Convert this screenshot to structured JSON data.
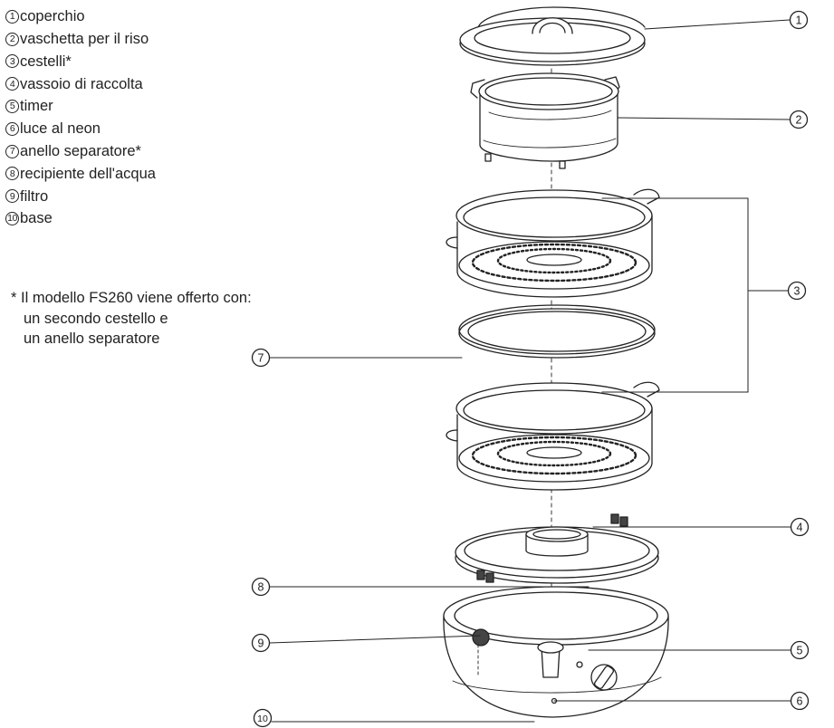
{
  "legend": [
    {
      "num": "1",
      "label": "coperchio"
    },
    {
      "num": "2",
      "label": "vaschetta per il riso"
    },
    {
      "num": "3",
      "label": "cestelli*"
    },
    {
      "num": "4",
      "label": "vassoio di raccolta"
    },
    {
      "num": "5",
      "label": "timer"
    },
    {
      "num": "6",
      "label": "luce al neon"
    },
    {
      "num": "7",
      "label": "anello separatore*"
    },
    {
      "num": "8",
      "label": "recipiente dell'acqua"
    },
    {
      "num": "9",
      "label": "filtro"
    },
    {
      "num": "10",
      "label": "base"
    }
  ],
  "note": {
    "line1": "* Il modello FS260 viene offerto con:",
    "line2": "un secondo cestello e",
    "line3": "un anello separatore"
  },
  "callouts": {
    "c1": "1",
    "c2": "2",
    "c3": "3",
    "c4": "4",
    "c5": "5",
    "c6": "6",
    "c7": "7",
    "c8": "8",
    "c9": "9",
    "c10": "10"
  },
  "colors": {
    "line": "#222222",
    "fill": "#ffffff"
  }
}
